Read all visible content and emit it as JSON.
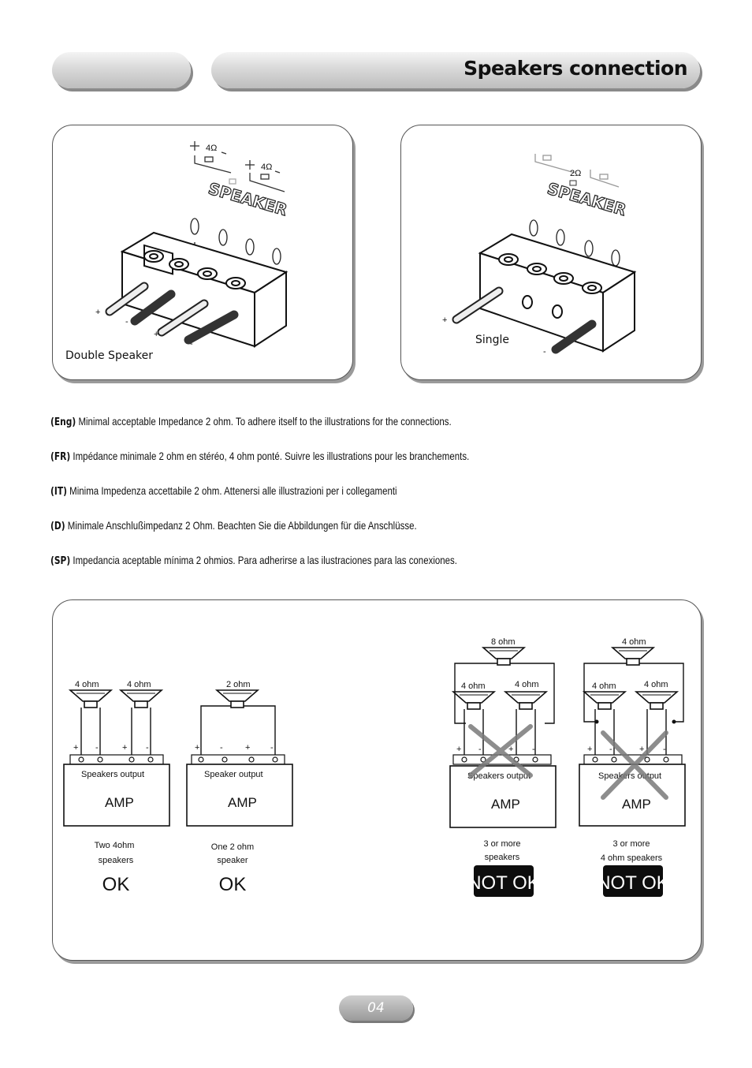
{
  "header": {
    "title": "Speakers connection"
  },
  "double_panel": {
    "caption": "Double Speaker",
    "ohm_left": "4Ω",
    "ohm_right": "4Ω",
    "brand": "SPEAKER",
    "wire_signs": [
      "+",
      "-",
      "+",
      "-"
    ]
  },
  "single_panel": {
    "caption": "Single",
    "ohm": "2Ω",
    "brand": "SPEAKER",
    "wire_signs": [
      "+",
      "-"
    ]
  },
  "notes": [
    {
      "lang": "(Eng)",
      "text": "Minimal acceptable Impedance 2 ohm. To adhere itself to the illustrations for the connections."
    },
    {
      "lang": "(FR)",
      "text": "Impédance minimale 2 ohm en stéréo, 4 ohm ponté. Suivre les illustrations pour les branchements."
    },
    {
      "lang": "(IT)",
      "text": "Minima Impedenza accettabile 2 ohm. Attenersi alle illustrazioni per i collegamenti"
    },
    {
      "lang": "(D)",
      "text": "Minimale Anschlußimpedanz 2 Ohm. Beachten Sie die Abbildungen für die Anschlüsse."
    },
    {
      "lang": "(SP)",
      "text": "Impedancia aceptable mínima 2 ohmios. Para adherirse a las ilustraciones para las conexiones."
    }
  ],
  "diagrams": [
    {
      "ohm_a": "4 ohm",
      "ohm_b": "4 ohm",
      "output": "Speakers output",
      "amp": "AMP",
      "desc1": "Two  4ohm",
      "desc2": "speakers",
      "verdict": "OK"
    },
    {
      "ohm_a": "2 ohm",
      "output": "Speaker output",
      "amp": "AMP",
      "desc1": "One 2 ohm",
      "desc2": "speaker",
      "verdict": "OK"
    },
    {
      "ohm_top": "8 ohm",
      "ohm_a": "4 ohm",
      "ohm_b": "4 ohm",
      "output": "Speakers output",
      "amp": "AMP",
      "desc1": "3 or more",
      "desc2": "speakers",
      "verdict": "NOT OK"
    },
    {
      "ohm_top": "4 ohm",
      "ohm_a": "4 ohm",
      "ohm_b": "4 ohm",
      "output": "Speakers output",
      "amp": "AMP",
      "desc1": "3 or more",
      "desc2": "4 ohm speakers",
      "verdict": "NOT OK"
    }
  ],
  "polarity": [
    "+",
    "-",
    "+",
    "-"
  ],
  "footer": {
    "page": "04"
  }
}
